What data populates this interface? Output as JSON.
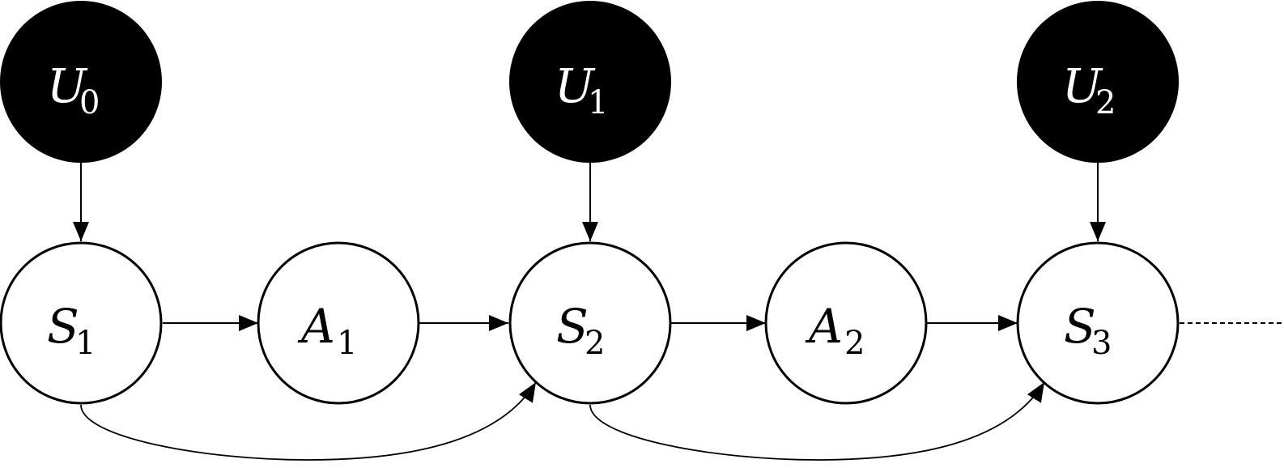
{
  "colors": {
    "latent_fill": "#000000",
    "latent_text": "#ffffff",
    "observed_fill": "#ffffff",
    "observed_text": "#000000",
    "stroke": "#000000"
  },
  "nodes": {
    "U0": {
      "symbol": "U",
      "sub": "0",
      "kind": "latent"
    },
    "U1": {
      "symbol": "U",
      "sub": "1",
      "kind": "latent"
    },
    "U2": {
      "symbol": "U",
      "sub": "2",
      "kind": "latent"
    },
    "S1": {
      "symbol": "S",
      "sub": "1",
      "kind": "observed"
    },
    "A1": {
      "symbol": "A",
      "sub": "1",
      "kind": "observed"
    },
    "S2": {
      "symbol": "S",
      "sub": "2",
      "kind": "observed"
    },
    "A2": {
      "symbol": "A",
      "sub": "2",
      "kind": "observed"
    },
    "S3": {
      "symbol": "S",
      "sub": "3",
      "kind": "observed"
    }
  },
  "edges": [
    {
      "from": "U0",
      "to": "S1",
      "style": "straight"
    },
    {
      "from": "U1",
      "to": "S2",
      "style": "straight"
    },
    {
      "from": "U2",
      "to": "S3",
      "style": "straight"
    },
    {
      "from": "S1",
      "to": "A1",
      "style": "straight"
    },
    {
      "from": "A1",
      "to": "S2",
      "style": "straight"
    },
    {
      "from": "S2",
      "to": "A2",
      "style": "straight"
    },
    {
      "from": "A2",
      "to": "S3",
      "style": "straight"
    },
    {
      "from": "S1",
      "to": "S2",
      "style": "curved"
    },
    {
      "from": "S2",
      "to": "S3",
      "style": "curved"
    },
    {
      "from": "S3",
      "to": "continuation",
      "style": "dashed"
    }
  ]
}
